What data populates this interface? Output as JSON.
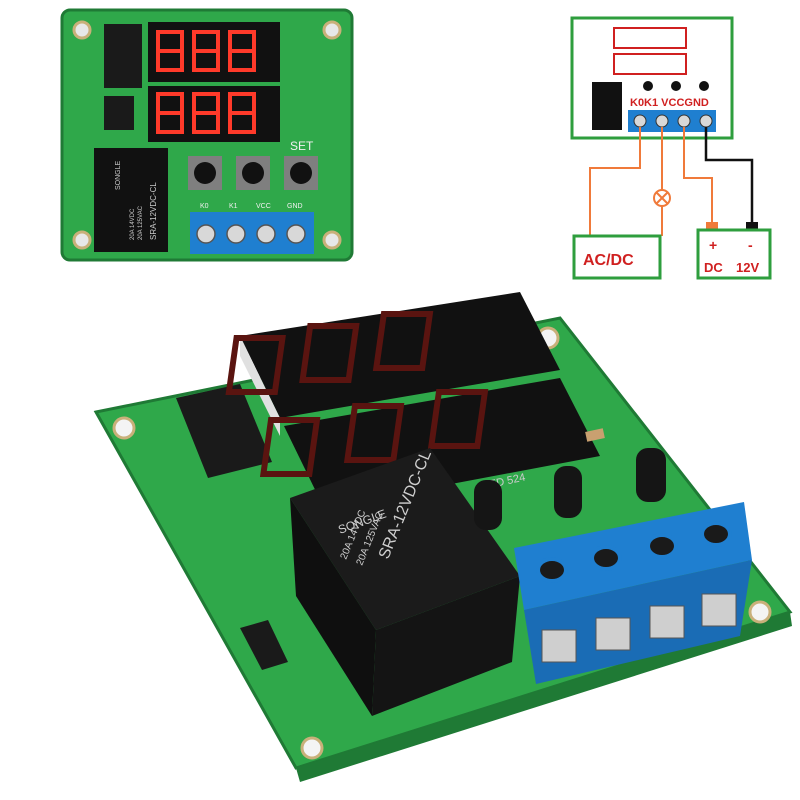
{
  "colors": {
    "pcb_green": "#2fa84a",
    "pcb_dark": "#1f7a35",
    "terminal_blue": "#1f7fd0",
    "wire_orange": "#f07a3a",
    "wire_black": "#111111",
    "diagram_green": "#2e9e3e",
    "label_red": "#d02020",
    "led_red": "#ff3a2a"
  },
  "small_board": {
    "pin_labels": [
      "K0",
      "K1",
      "VCC",
      "GND"
    ],
    "set_label": "SET",
    "relay_brand": "SONGLE",
    "relay_rating_1": "20A 14VDC",
    "relay_rating_2": "20A 125VAC",
    "relay_model": "SRA-12VDC-CL"
  },
  "wiring_diagram": {
    "pin_header": "K0K1 VCCGND",
    "load_label": "AC/DC",
    "supply_plus": "+",
    "supply_minus": "-",
    "supply_label_dc": "DC",
    "supply_label_v": "12V"
  },
  "large_board": {
    "relay_brand": "SONGLE",
    "relay_rating_1": "20A 14VDC",
    "relay_rating_2": "20A 125VAC",
    "relay_model": "SRA-12VDC-CL",
    "chip_text": "ED  524"
  }
}
